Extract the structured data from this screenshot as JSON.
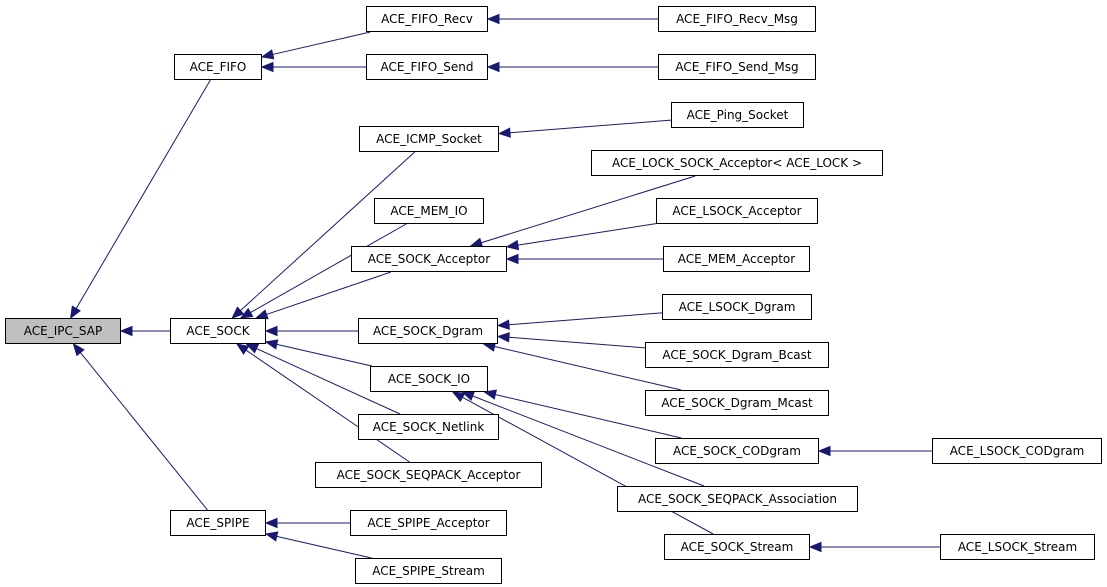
{
  "diagram": {
    "edge_color": "#191970",
    "root_fill": "#bfbfbf",
    "node_fill": "#ffffff",
    "nodes": {
      "ace_ipc_sap": "ACE_IPC_SAP",
      "ace_fifo": "ACE_FIFO",
      "ace_sock": "ACE_SOCK",
      "ace_spipe": "ACE_SPIPE",
      "ace_fifo_recv": "ACE_FIFO_Recv",
      "ace_fifo_send": "ACE_FIFO_Send",
      "ace_fifo_recv_msg": "ACE_FIFO_Recv_Msg",
      "ace_fifo_send_msg": "ACE_FIFO_Send_Msg",
      "ace_icmp_socket": "ACE_ICMP_Socket",
      "ace_ping_socket": "ACE_Ping_Socket",
      "ace_mem_io": "ACE_MEM_IO",
      "ace_sock_acceptor": "ACE_SOCK_Acceptor",
      "ace_lock_sock_acceptor": "ACE_LOCK_SOCK_Acceptor< ACE_LOCK >",
      "ace_lsock_acceptor": "ACE_LSOCK_Acceptor",
      "ace_mem_acceptor": "ACE_MEM_Acceptor",
      "ace_sock_dgram": "ACE_SOCK_Dgram",
      "ace_lsock_dgram": "ACE_LSOCK_Dgram",
      "ace_sock_dgram_bcast": "ACE_SOCK_Dgram_Bcast",
      "ace_sock_dgram_mcast": "ACE_SOCK_Dgram_Mcast",
      "ace_sock_io": "ACE_SOCK_IO",
      "ace_sock_codgram": "ACE_SOCK_CODgram",
      "ace_lsock_codgram": "ACE_LSOCK_CODgram",
      "ace_sock_seqpack_association": "ACE_SOCK_SEQPACK_Association",
      "ace_sock_stream": "ACE_SOCK_Stream",
      "ace_lsock_stream": "ACE_LSOCK_Stream",
      "ace_sock_netlink": "ACE_SOCK_Netlink",
      "ace_sock_seqpack_acceptor": "ACE_SOCK_SEQPACK_Acceptor",
      "ace_spipe_acceptor": "ACE_SPIPE_Acceptor",
      "ace_spipe_stream": "ACE_SPIPE_Stream"
    },
    "edges": [
      {
        "from": "ace_fifo",
        "to": "ace_ipc_sap"
      },
      {
        "from": "ace_sock",
        "to": "ace_ipc_sap"
      },
      {
        "from": "ace_spipe",
        "to": "ace_ipc_sap"
      },
      {
        "from": "ace_fifo_recv",
        "to": "ace_fifo"
      },
      {
        "from": "ace_fifo_send",
        "to": "ace_fifo"
      },
      {
        "from": "ace_fifo_recv_msg",
        "to": "ace_fifo_recv"
      },
      {
        "from": "ace_fifo_send_msg",
        "to": "ace_fifo_send"
      },
      {
        "from": "ace_icmp_socket",
        "to": "ace_sock"
      },
      {
        "from": "ace_mem_io",
        "to": "ace_sock"
      },
      {
        "from": "ace_sock_acceptor",
        "to": "ace_sock"
      },
      {
        "from": "ace_sock_dgram",
        "to": "ace_sock"
      },
      {
        "from": "ace_sock_io",
        "to": "ace_sock"
      },
      {
        "from": "ace_sock_netlink",
        "to": "ace_sock"
      },
      {
        "from": "ace_sock_seqpack_acceptor",
        "to": "ace_sock"
      },
      {
        "from": "ace_ping_socket",
        "to": "ace_icmp_socket"
      },
      {
        "from": "ace_lock_sock_acceptor",
        "to": "ace_sock_acceptor"
      },
      {
        "from": "ace_lsock_acceptor",
        "to": "ace_sock_acceptor"
      },
      {
        "from": "ace_mem_acceptor",
        "to": "ace_sock_acceptor"
      },
      {
        "from": "ace_lsock_dgram",
        "to": "ace_sock_dgram"
      },
      {
        "from": "ace_sock_dgram_bcast",
        "to": "ace_sock_dgram"
      },
      {
        "from": "ace_sock_dgram_mcast",
        "to": "ace_sock_dgram"
      },
      {
        "from": "ace_sock_codgram",
        "to": "ace_sock_io"
      },
      {
        "from": "ace_sock_seqpack_association",
        "to": "ace_sock_io"
      },
      {
        "from": "ace_sock_stream",
        "to": "ace_sock_io"
      },
      {
        "from": "ace_lsock_codgram",
        "to": "ace_sock_codgram"
      },
      {
        "from": "ace_lsock_stream",
        "to": "ace_sock_stream"
      },
      {
        "from": "ace_spipe_acceptor",
        "to": "ace_spipe"
      },
      {
        "from": "ace_spipe_stream",
        "to": "ace_spipe"
      }
    ]
  }
}
